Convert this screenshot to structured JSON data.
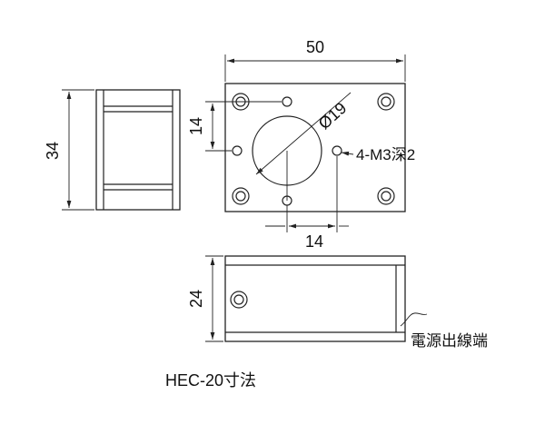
{
  "dimensions": {
    "width_top": "50",
    "height_side": "34",
    "hole_spacing_v": "14",
    "bore_diameter": "Ø19",
    "hole_spacing_h": "14",
    "height_bottom": "24"
  },
  "annotations": {
    "tapped_holes": "4-M3深2",
    "power_outlet": "電源出線端"
  },
  "caption": "HEC-20寸法"
}
